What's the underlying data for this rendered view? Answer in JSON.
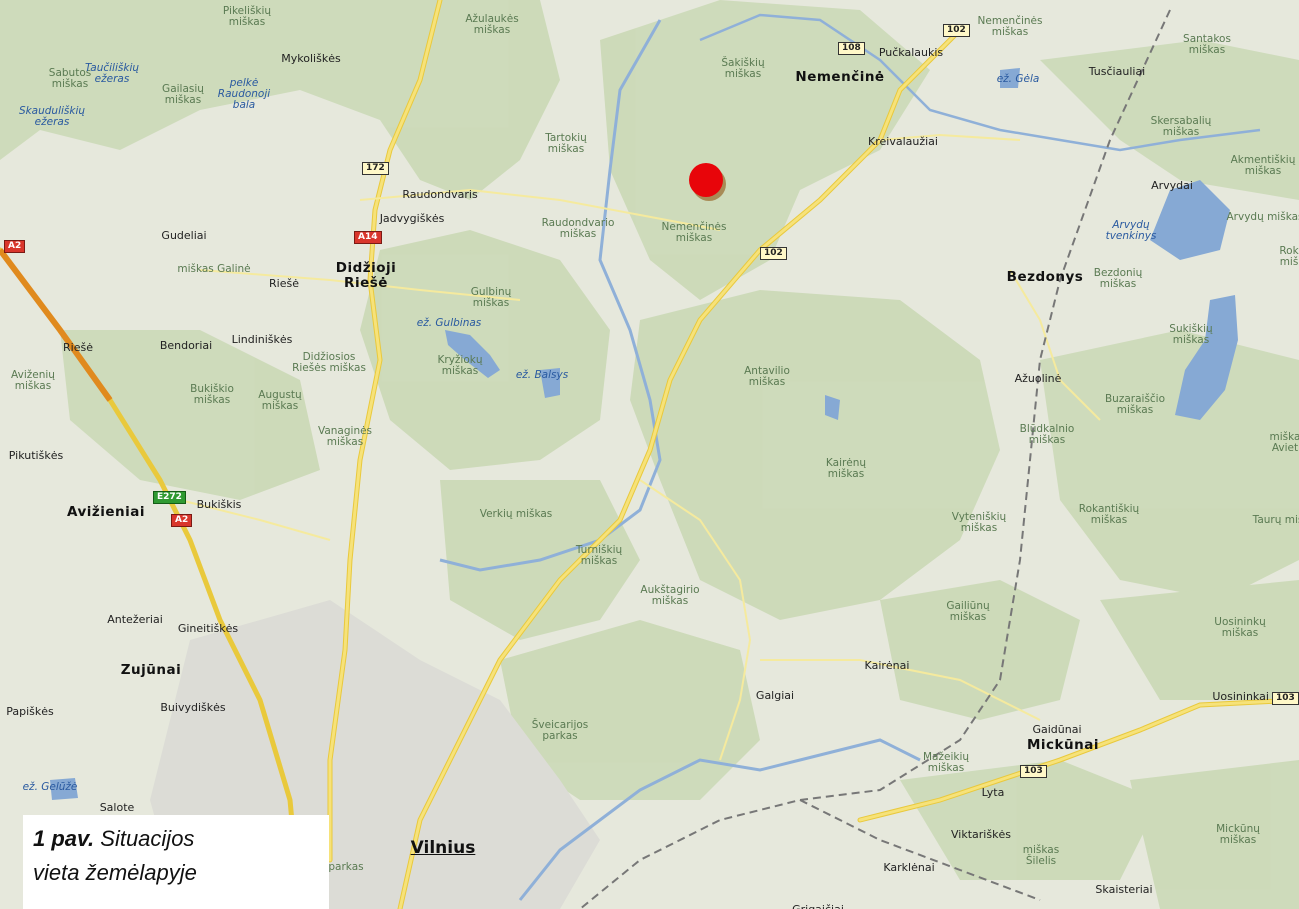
{
  "map": {
    "city": "Vilnius",
    "towns_bold": [
      "Nemenčinė",
      "Didžioji\nRiešė",
      "Bezdonys",
      "Avižieniai",
      "Zujūnai",
      "Mickūnai"
    ],
    "labels": [
      {
        "t": "Pikeliškių\nmiškas",
        "c": "forest"
      },
      {
        "t": "Ažulaukės\nmiškas",
        "c": "forest"
      },
      {
        "t": "Mykoliškės",
        "c": "town"
      },
      {
        "t": "Sabutos\nmiškas",
        "c": "forest"
      },
      {
        "t": "Taučiliškių\nežeras",
        "c": "water"
      },
      {
        "t": "Gailasių\nmiškas",
        "c": "forest"
      },
      {
        "t": "pelkė\nRaudonoji\nbala",
        "c": "water"
      },
      {
        "t": "Skauduliškių\nežeras",
        "c": "water"
      },
      {
        "t": "Šakiškių\nmiškas",
        "c": "forest"
      },
      {
        "t": "Nemenčinės\nmiškas",
        "c": "forest"
      },
      {
        "t": "Santakos\nmiškas",
        "c": "forest"
      },
      {
        "t": "Pučkalaukis",
        "c": "town"
      },
      {
        "t": "ež. Gėla",
        "c": "water"
      },
      {
        "t": "Tusčiauliai",
        "c": "town"
      },
      {
        "t": "Skersabalių\nmiškas",
        "c": "forest"
      },
      {
        "t": "Kreivalaužiai",
        "c": "town"
      },
      {
        "t": "Tartokių\nmiškas",
        "c": "forest"
      },
      {
        "t": "Raudondvaris",
        "c": "town"
      },
      {
        "t": "Jadvygiškės",
        "c": "town"
      },
      {
        "t": "Akmentiškių\nmiškas",
        "c": "forest"
      },
      {
        "t": "Arvydai",
        "c": "town"
      },
      {
        "t": "Arvydų miškas",
        "c": "forest"
      },
      {
        "t": "Gudeliai",
        "c": "town"
      },
      {
        "t": "Raudondvario\nmiškas",
        "c": "forest"
      },
      {
        "t": "Nemenčinės\nmiškas",
        "c": "forest"
      },
      {
        "t": "Arvydų\ntvenkinys",
        "c": "water"
      },
      {
        "t": "miškas Galinė",
        "c": "forest"
      },
      {
        "t": "Riešė",
        "c": "town"
      },
      {
        "t": "Bezdonių\nmiškas",
        "c": "forest"
      },
      {
        "t": "Rok\nmiš",
        "c": "forest"
      },
      {
        "t": "Gulbinų\nmiškas",
        "c": "forest"
      },
      {
        "t": "ež. Gulbinas",
        "c": "water"
      },
      {
        "t": "Lindiniškės",
        "c": "town"
      },
      {
        "t": "Riešė",
        "c": "town"
      },
      {
        "t": "Bendoriai",
        "c": "town"
      },
      {
        "t": "Didžiosios\nRiešės miškas",
        "c": "forest"
      },
      {
        "t": "Sukiškių\nmiškas",
        "c": "forest"
      },
      {
        "t": "Kryžiokų\nmiškas",
        "c": "forest"
      },
      {
        "t": "ež. Balsys",
        "c": "water"
      },
      {
        "t": "Antavilio\nmiškas",
        "c": "forest"
      },
      {
        "t": "Aviženių\nmiškas",
        "c": "forest"
      },
      {
        "t": "Bukiškio\nmiškas",
        "c": "forest"
      },
      {
        "t": "Augustų\nmiškas",
        "c": "forest"
      },
      {
        "t": "Ažuolinė",
        "c": "town"
      },
      {
        "t": "Buzaraiščio\nmiškas",
        "c": "forest"
      },
      {
        "t": "Vanaginės\nmiškas",
        "c": "forest"
      },
      {
        "t": "Blūdkalnio\nmiškas",
        "c": "forest"
      },
      {
        "t": "miška\nAviet",
        "c": "forest"
      },
      {
        "t": "Pikutiškės",
        "c": "town"
      },
      {
        "t": "Kairėnų\nmiškas",
        "c": "forest"
      },
      {
        "t": "Bukiškis",
        "c": "town"
      },
      {
        "t": "Verkių miškas",
        "c": "forest"
      },
      {
        "t": "Vyteniškių\nmiškas",
        "c": "forest"
      },
      {
        "t": "Rokantiškių\nmiškas",
        "c": "forest"
      },
      {
        "t": "Taurų miš",
        "c": "forest"
      },
      {
        "t": "Turniškių\nmiškas",
        "c": "forest"
      },
      {
        "t": "Aukštagirio\nmiškas",
        "c": "forest"
      },
      {
        "t": "Antežeriai",
        "c": "town"
      },
      {
        "t": "Gineitiškės",
        "c": "town"
      },
      {
        "t": "Gailiūnų\nmiškas",
        "c": "forest"
      },
      {
        "t": "Uosininkų\nmiškas",
        "c": "forest"
      },
      {
        "t": "Kairėnai",
        "c": "town"
      },
      {
        "t": "Galgiai",
        "c": "town"
      },
      {
        "t": "Uosininkai I",
        "c": "town"
      },
      {
        "t": "Papiškės",
        "c": "town"
      },
      {
        "t": "Buivydiškės",
        "c": "town"
      },
      {
        "t": "Šveicarijos\nparkas",
        "c": "forest"
      },
      {
        "t": "Gaidūnai",
        "c": "town"
      },
      {
        "t": "Mažeikių\nmiškas",
        "c": "forest"
      },
      {
        "t": "ež. Gelūžė",
        "c": "water"
      },
      {
        "t": "Salote",
        "c": "town"
      },
      {
        "t": "Lyta",
        "c": "town"
      },
      {
        "t": "Viktariškės",
        "c": "town"
      },
      {
        "t": "miškas\nŠilelis",
        "c": "forest"
      },
      {
        "t": "Mickūnų\nmiškas",
        "c": "forest"
      },
      {
        "t": "parkas",
        "c": "forest"
      },
      {
        "t": "Karklėnai",
        "c": "town"
      },
      {
        "t": "Skaisteriai",
        "c": "town"
      },
      {
        "t": "Grigaičiai",
        "c": "town"
      }
    ],
    "shields": [
      {
        "t": "102",
        "c": ""
      },
      {
        "t": "108",
        "c": ""
      },
      {
        "t": "172",
        "c": ""
      },
      {
        "t": "A14",
        "c": "red"
      },
      {
        "t": "A2",
        "c": "red"
      },
      {
        "t": "102",
        "c": ""
      },
      {
        "t": "E272",
        "c": "green"
      },
      {
        "t": "A2",
        "c": "red"
      },
      {
        "t": "103",
        "c": ""
      },
      {
        "t": "103",
        "c": ""
      }
    ],
    "marker_label": "Situacijos vieta"
  },
  "caption": {
    "bold": "1 pav.",
    "line1": " Situacijos",
    "line2": "vieta žemėlapyje"
  },
  "colors": {
    "forest": "#cfdcbc",
    "open": "#e8e9df",
    "road": "#f4dc5a",
    "water": "#7fa6d3",
    "marker": "#e8050a"
  }
}
